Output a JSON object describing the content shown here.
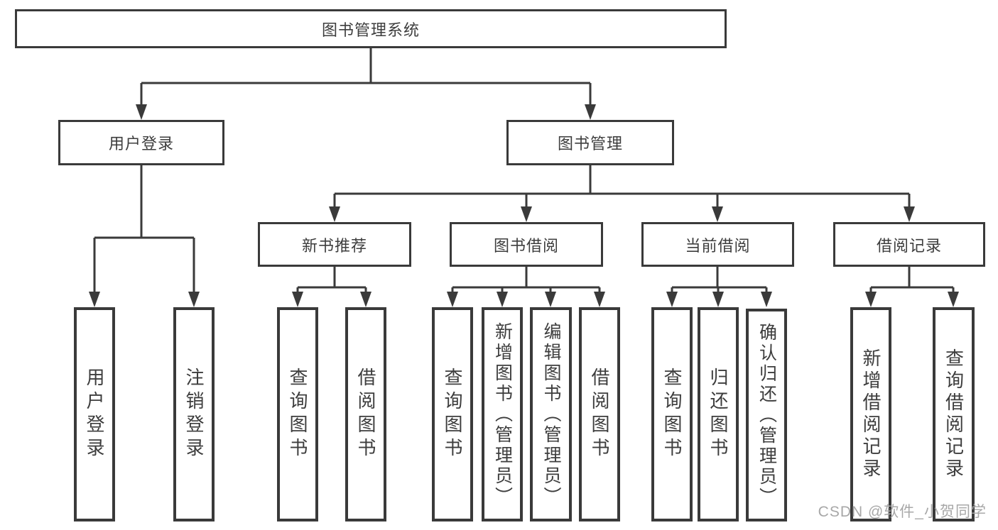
{
  "tree": {
    "label": "图书管理系统",
    "children": [
      {
        "label": "用户登录",
        "children": [
          {
            "label": "用户登录"
          },
          {
            "label": "注销登录"
          }
        ]
      },
      {
        "label": "图书管理",
        "children": [
          {
            "label": "新书推荐",
            "children": [
              {
                "label": "查询图书"
              },
              {
                "label": "借阅图书"
              }
            ]
          },
          {
            "label": "图书借阅",
            "children": [
              {
                "label": "查询图书"
              },
              {
                "label": "新增图书（管理员）"
              },
              {
                "label": "编辑图书（管理员）"
              },
              {
                "label": "借阅图书"
              }
            ]
          },
          {
            "label": "当前借阅",
            "children": [
              {
                "label": "查询图书"
              },
              {
                "label": "归还图书"
              },
              {
                "label": "确认归还（管理员）"
              }
            ]
          },
          {
            "label": "借阅记录",
            "children": [
              {
                "label": "新增借阅记录"
              },
              {
                "label": "查询借阅记录"
              }
            ]
          }
        ]
      }
    ]
  },
  "watermark": {
    "text": "CSDN @软件_小贺同学"
  },
  "colors": {
    "line": "#3a3a3a",
    "text": "#3d3d3d",
    "box_bg": "#ffffff",
    "watermark": "#a8a8a8"
  }
}
